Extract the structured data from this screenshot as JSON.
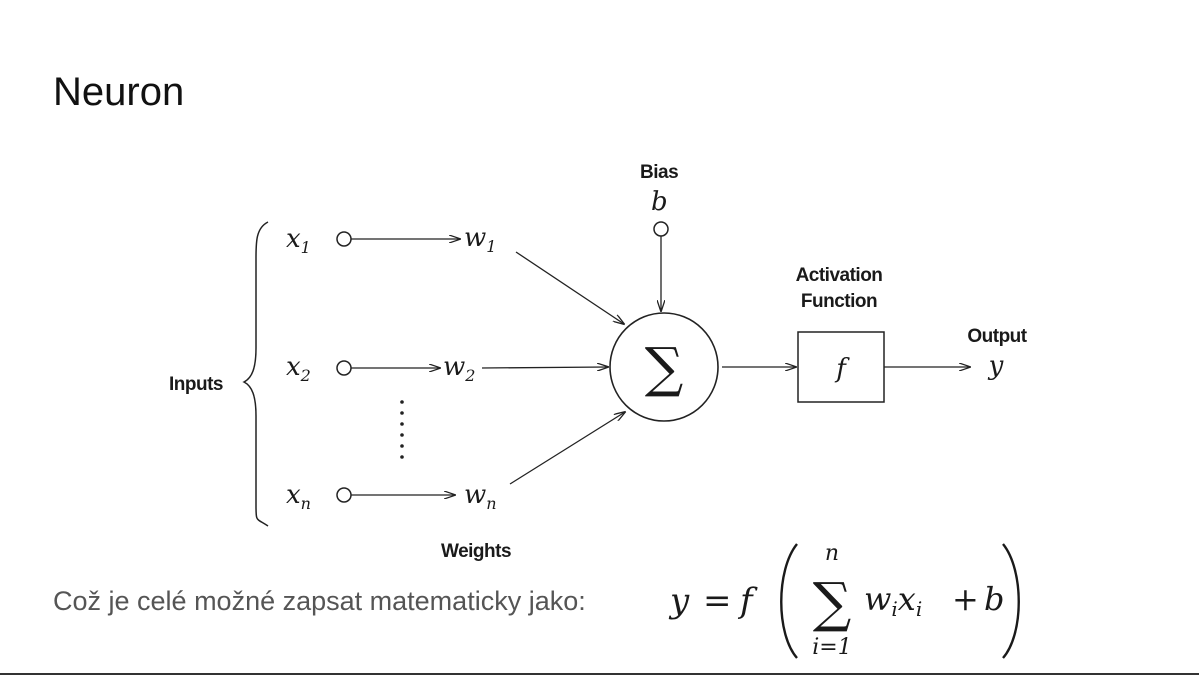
{
  "slide": {
    "title": "Neuron",
    "caption": "Což je celé možné zapsat matematicky jako:"
  },
  "diagram": {
    "inputs_label": "Inputs",
    "weights_label": "Weights",
    "bias_label": "Bias",
    "bias_symbol": "b",
    "activation_label_line1": "Activation",
    "activation_label_line2": "Function",
    "activation_symbol": "f",
    "output_label": "Output",
    "output_symbol": "y",
    "sum_symbol": "∑",
    "inputs": [
      {
        "base": "x",
        "sub": "1"
      },
      {
        "base": "x",
        "sub": "2"
      },
      {
        "base": "x",
        "sub": "n"
      }
    ],
    "weights": [
      {
        "base": "w",
        "sub": "1"
      },
      {
        "base": "w",
        "sub": "2"
      },
      {
        "base": "w",
        "sub": "n"
      }
    ]
  },
  "formula": {
    "lhs": "y",
    "equals": "=",
    "func": "f",
    "sum_upper": "n",
    "sum_lower": "i=1",
    "term_w": "w",
    "term_w_sub": "i",
    "term_x": "x",
    "term_x_sub": "i",
    "plus": "+",
    "bias": "b"
  }
}
